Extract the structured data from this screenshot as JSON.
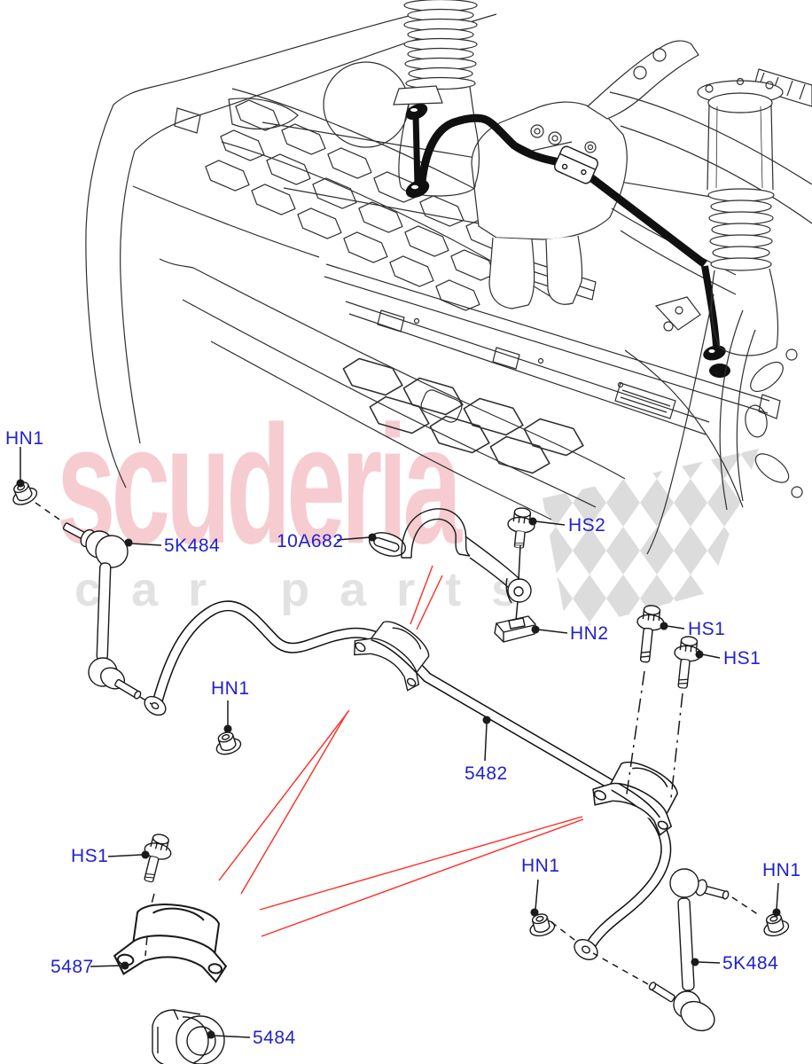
{
  "watermark": {
    "brand": "scuderia",
    "tagline": "car parts",
    "brand_color": "#f6ccd1",
    "tagline_color": "#e2e2e2",
    "flag_color": "#dadada"
  },
  "diagram": {
    "label_color": "#2222cc",
    "pointer_color": "#ff2b25",
    "line_color": "#1a1a1a",
    "labels": [
      {
        "id": "hn1-top-left",
        "text": "HN1"
      },
      {
        "id": "5k484-left",
        "text": "5K484"
      },
      {
        "id": "10a682",
        "text": "10A682"
      },
      {
        "id": "hs2",
        "text": "HS2"
      },
      {
        "id": "hn2",
        "text": "HN2"
      },
      {
        "id": "hs1-upper",
        "text": "HS1"
      },
      {
        "id": "hs1-lower",
        "text": "HS1"
      },
      {
        "id": "5482",
        "text": "5482"
      },
      {
        "id": "hn1-center",
        "text": "HN1"
      },
      {
        "id": "hs1-bottom-left",
        "text": "HS1"
      },
      {
        "id": "5487",
        "text": "5487"
      },
      {
        "id": "5484",
        "text": "5484"
      },
      {
        "id": "hn1-bottom-center",
        "text": "HN1"
      },
      {
        "id": "hn1-bottom-right",
        "text": "HN1"
      },
      {
        "id": "5k484-right",
        "text": "5K484"
      }
    ]
  }
}
